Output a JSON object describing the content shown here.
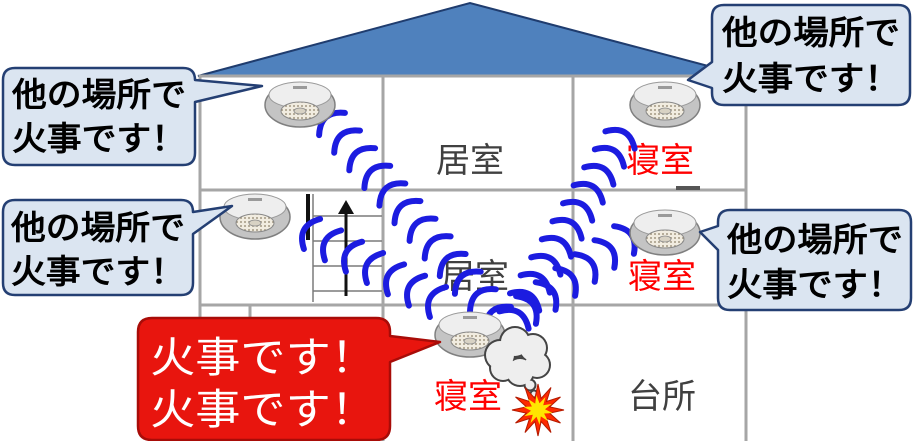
{
  "house": {
    "rooms": {
      "top_middle": "居室",
      "top_right": "寝室",
      "middle_middle": "居室",
      "middle_right": "寝室",
      "bottom_middle": "寝室",
      "bottom_right": "台所"
    }
  },
  "speech_bubbles": {
    "top_left": [
      "他の場所で",
      "火事です！"
    ],
    "middle_left": [
      "他の場所で",
      "火事です！"
    ],
    "top_right": [
      "他の場所で",
      "火事です！"
    ],
    "middle_right": [
      "他の場所で",
      "火事です！"
    ]
  },
  "alarm_bubble": [
    "火事です！",
    "火事です！"
  ],
  "icons": {
    "detector": "smoke-detector-icon",
    "smoke": "smoke-cloud-icon",
    "fire": "fire-burst-icon",
    "stairs_arrow": "up-arrow-icon"
  },
  "colors": {
    "roof": "#4f81bd",
    "bubble_fill": "#dbe5f1",
    "alarm_fill": "#e8150e",
    "wave": "#1c1ce0",
    "bedroom_label": "#ff0000",
    "room_label": "#404040",
    "fire_outer": "#ff2a00",
    "fire_inner": "#ffe600",
    "smoke_fill": "#eeeeee"
  }
}
